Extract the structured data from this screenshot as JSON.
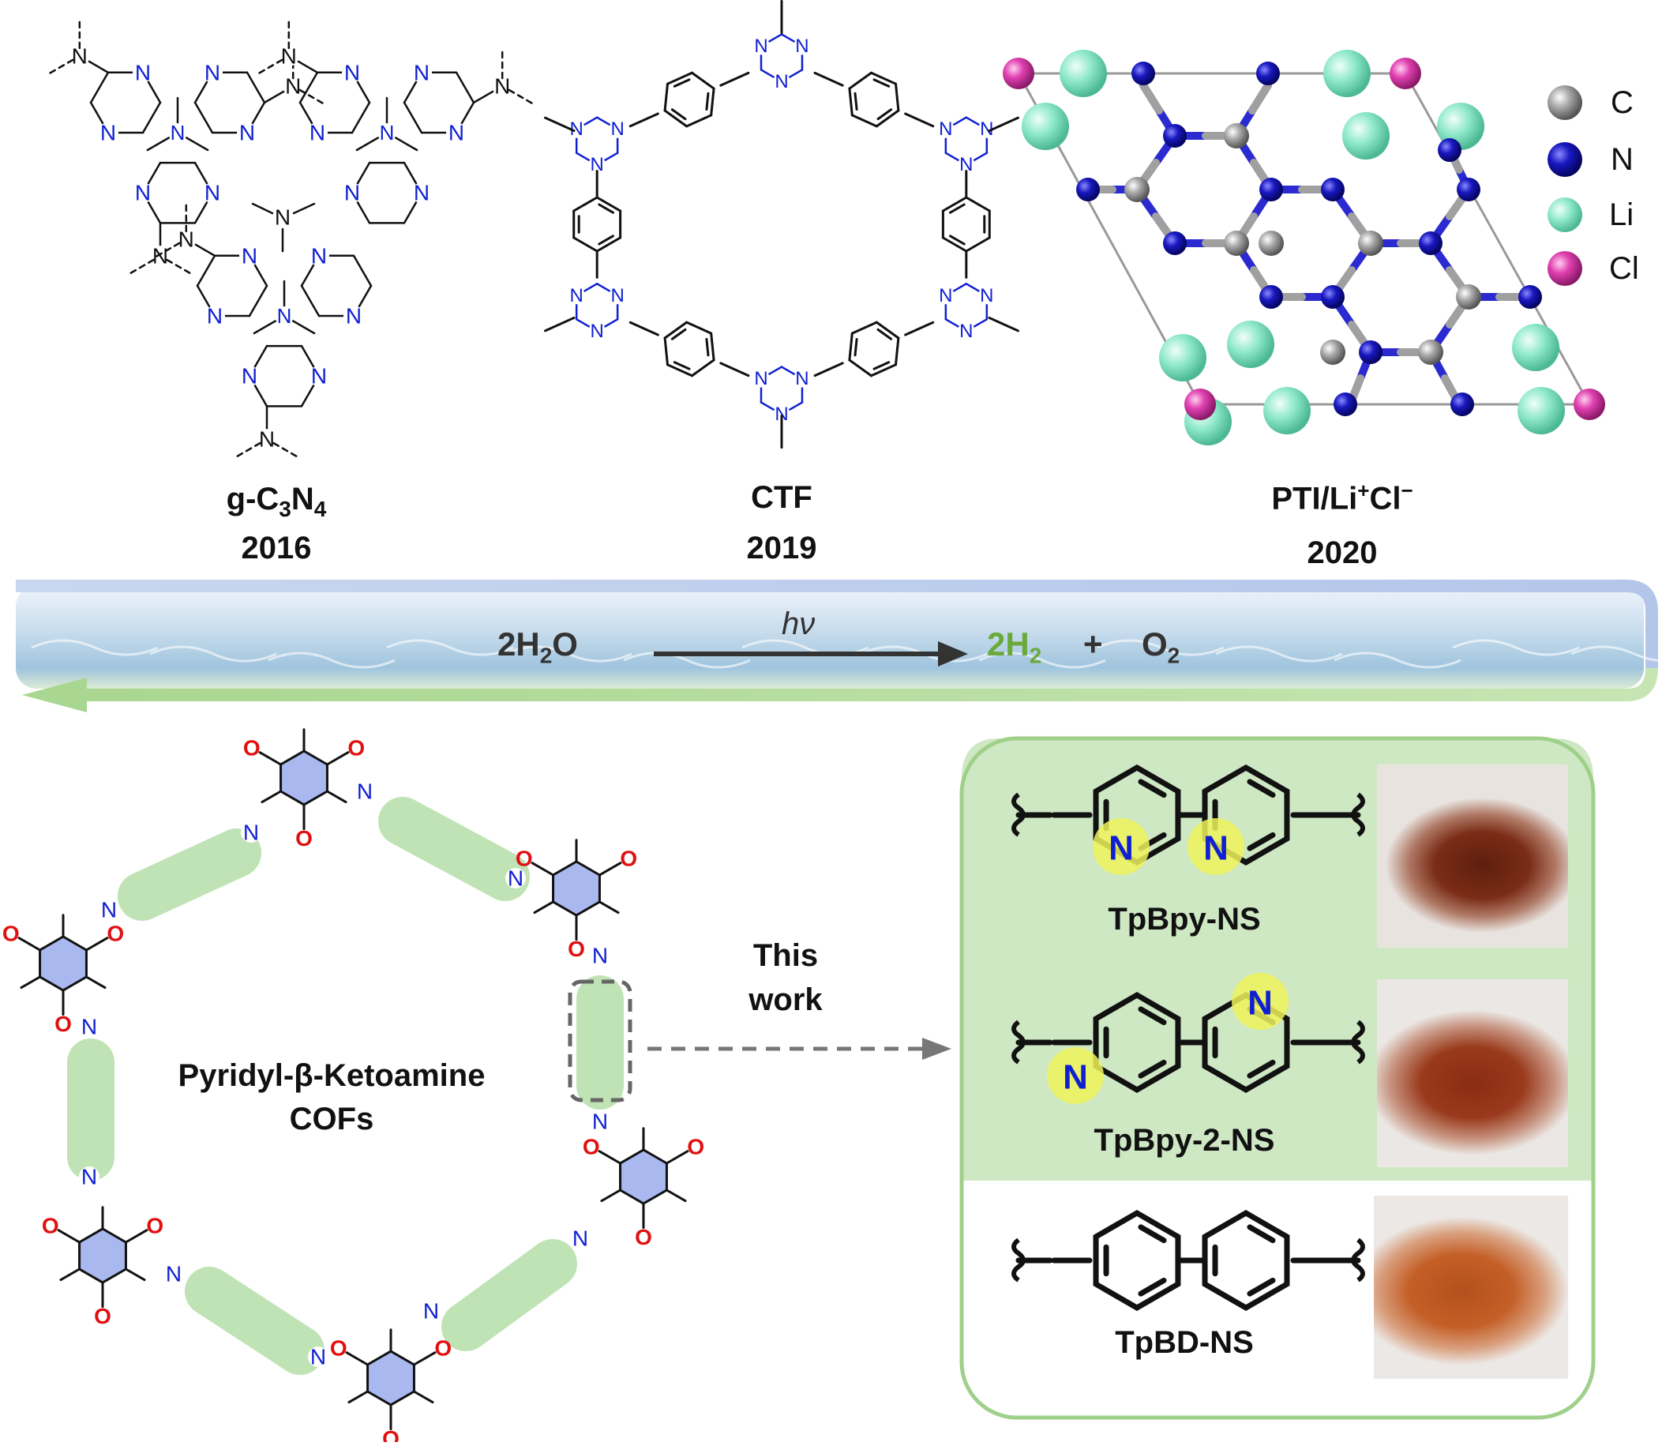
{
  "top_row": [
    {
      "name": "g-C3N4",
      "label_main": "g-C",
      "sub1": "3",
      "mid": "N",
      "sub2": "4",
      "year": "2016"
    },
    {
      "name": "CTF",
      "label": "CTF",
      "year": "2019"
    },
    {
      "name": "PTI",
      "label_pre": "PTI/Li",
      "sup1": "+",
      "label_mid": "Cl",
      "sup2": "−",
      "year": "2020"
    }
  ],
  "atom_labels": {
    "N": "N",
    "O": "O",
    "C": "C"
  },
  "legend": [
    {
      "element": "C",
      "color": "#9a9a9a"
    },
    {
      "element": "N",
      "color": "#1a1ab8"
    },
    {
      "element": "Li",
      "color": "#7fe3c4"
    },
    {
      "element": "Cl",
      "color": "#d63fa7"
    }
  ],
  "reaction": {
    "reactant_coef": "2H",
    "reactant_sub": "2",
    "reactant_tail": "O",
    "catalyst": "hν",
    "product1_coef": "2H",
    "product1_sub": "2",
    "plus": "+",
    "product2": "O",
    "product2_sub": "2",
    "h2_color": "#6aaa3a"
  },
  "cof": {
    "title_line1": "Pyridyl-β-Ketoamine",
    "title_line2": "COFs"
  },
  "arrow_note": {
    "line1": "This",
    "line2": "work"
  },
  "linkers": [
    {
      "label": "TpBpy-NS"
    },
    {
      "label": "TpBpy-2-NS"
    },
    {
      "label": "TpBD-NS"
    }
  ],
  "colors": {
    "nitrogen": "#1020d0",
    "oxygen": "#e01010",
    "highlight": "#eef25a",
    "panel_green": "#cfe8c4",
    "linker_green": "#bfe3b4",
    "core_blue": "#a9b8ee"
  }
}
